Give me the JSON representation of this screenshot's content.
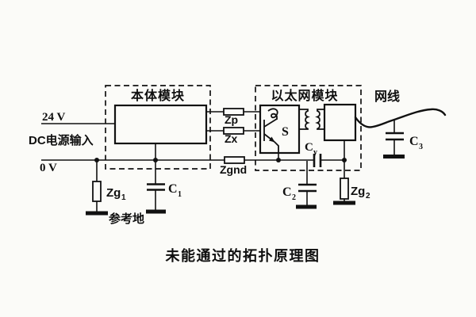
{
  "colors": {
    "ink": "#111111",
    "paper": "#fbfbf8"
  },
  "labels": {
    "supply_24v": "24 V",
    "supply_0v": "0 V",
    "dc_input": "DC电源输入",
    "reference_ground": "参考地",
    "main_module": "本体模块",
    "ethernet_module": "以太网模块",
    "network_cable": "网线",
    "switch": "S",
    "z_p": "Zp",
    "z_x": "Zx",
    "z_gnd": "Zgnd"
  },
  "components": {
    "zg1": {
      "main": "Zg",
      "sub": "1"
    },
    "zg2": {
      "main": "Zg",
      "sub": "2"
    },
    "c1": {
      "main": "C",
      "sub": "1"
    },
    "c2": {
      "main": "C",
      "sub": "2"
    },
    "c3": {
      "main": "C",
      "sub": "3"
    },
    "cy": {
      "main": "C",
      "sub": "y"
    }
  },
  "caption": "未能通过的拓扑原理图"
}
